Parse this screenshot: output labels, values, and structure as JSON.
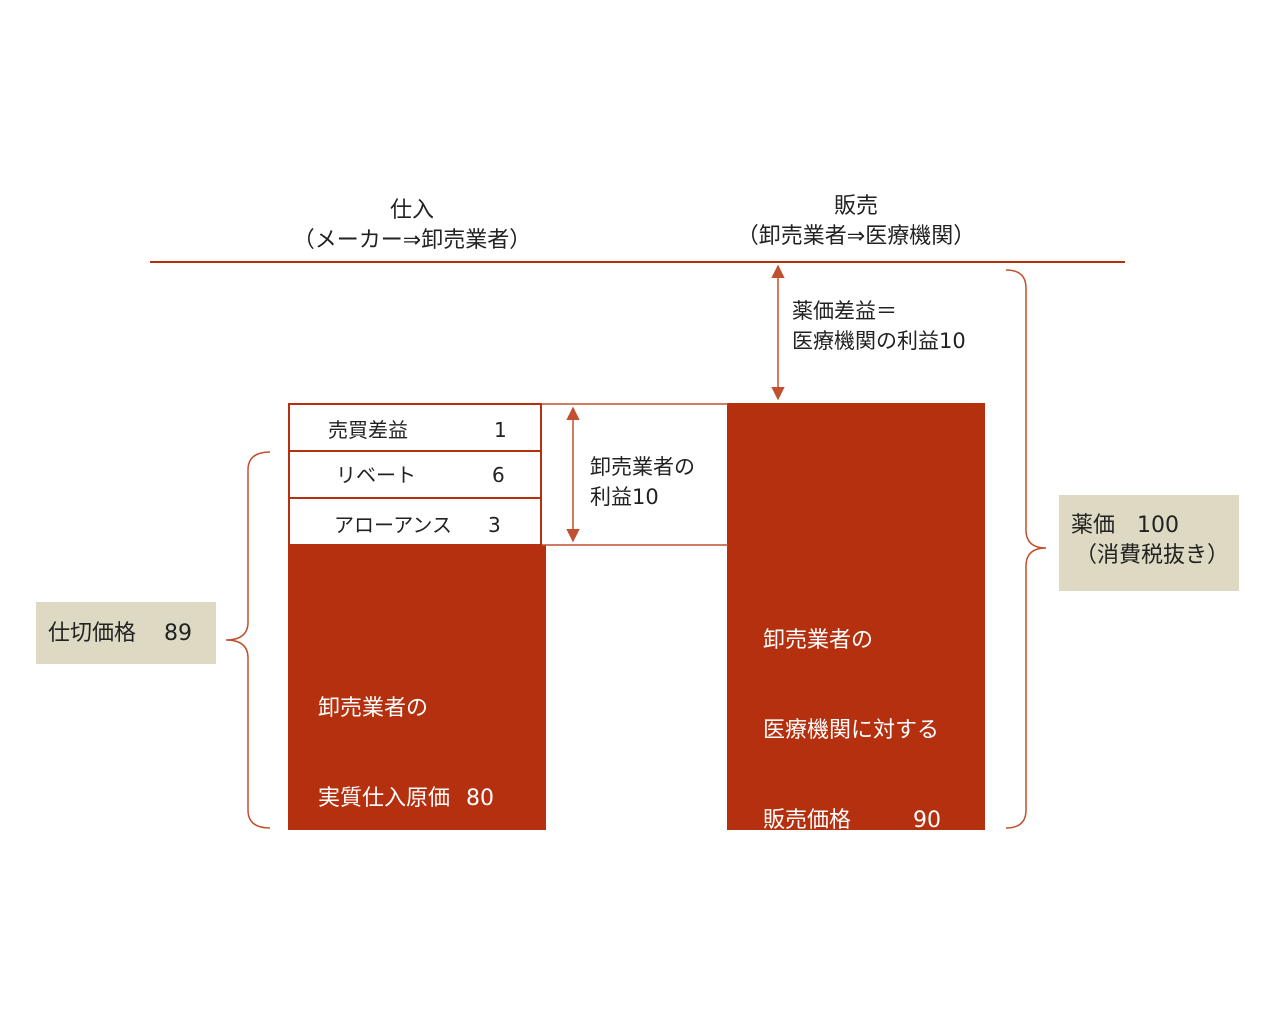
{
  "colors": {
    "accent": "#b5300f",
    "callout": "#ddd9c3",
    "line": "#c0502f"
  },
  "purchase": {
    "title": "仕入",
    "subtitle": "（メーカー⇒卸売業者）"
  },
  "sales": {
    "title": "販売",
    "subtitle": "（卸売業者⇒医療機関）"
  },
  "margin_items": [
    {
      "label": "売買差益",
      "value": "1"
    },
    {
      "label": "リベート",
      "value": "6"
    },
    {
      "label": "アローアンス",
      "value": "3"
    }
  ],
  "wholesaler_profit": {
    "line1": "卸売業者の",
    "line2": "利益10"
  },
  "hospital_profit": {
    "line1": "薬価差益＝",
    "line2": "医療機関の利益10"
  },
  "actual_cost": {
    "line1": "卸売業者の",
    "line2": "実質仕入原価",
    "value": "80"
  },
  "selling_price": {
    "line1": "卸売業者の",
    "line2": "医療機関に対する",
    "line3": "販売価格",
    "value": "90"
  },
  "list_price": {
    "line1": "薬価　100",
    "line2": "（消費税抜き）"
  },
  "invoice_price": {
    "label": "仕切価格",
    "value": "89"
  }
}
